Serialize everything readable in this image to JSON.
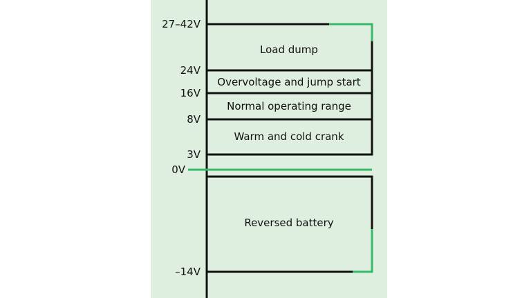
{
  "colors": {
    "background": "#ffffff",
    "panel": "#deeedf",
    "line": "#111111",
    "accent": "#3ab86a"
  },
  "voltage_labels": {
    "v_27_42": "27–42V",
    "v_24": "24V",
    "v_16": "16V",
    "v_8": "8V",
    "v_3": "3V",
    "v_0": "0V",
    "v_neg14": "–14V"
  },
  "ranges": {
    "load_dump": "Load dump",
    "overvoltage_jump_start": "Overvoltage and jump start",
    "normal_operating": "Normal operating range",
    "warm_cold_crank": "Warm and cold crank",
    "reversed_battery": "Reversed battery"
  }
}
